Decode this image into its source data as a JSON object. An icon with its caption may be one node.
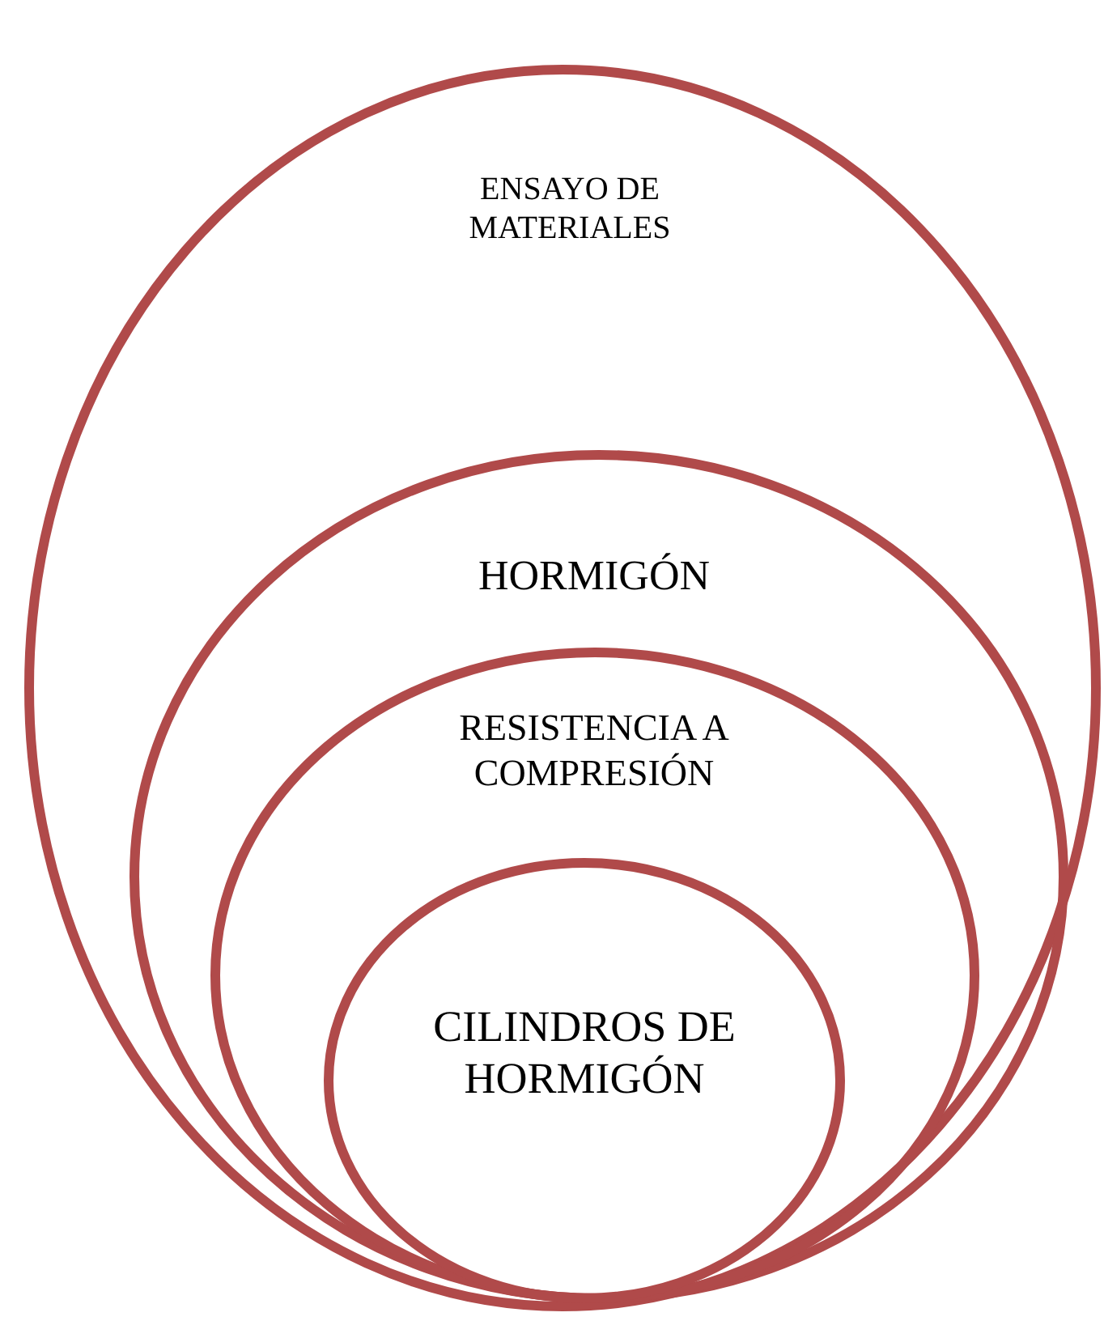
{
  "diagram": {
    "nodes": [
      {
        "text": [
          "ENSAYO DE MATERIALES"
        ]
      },
      {
        "text": [
          "HORMIGÓN"
        ],
        "in": 0
      },
      {
        "text": [
          "RESISTENCIA A COMPRESIÓN"
        ],
        "in": 1
      },
      {
        "text": [
          "CILINDROS DE HORMIGÓN"
        ],
        "in": 2
      }
    ]
  }
}
